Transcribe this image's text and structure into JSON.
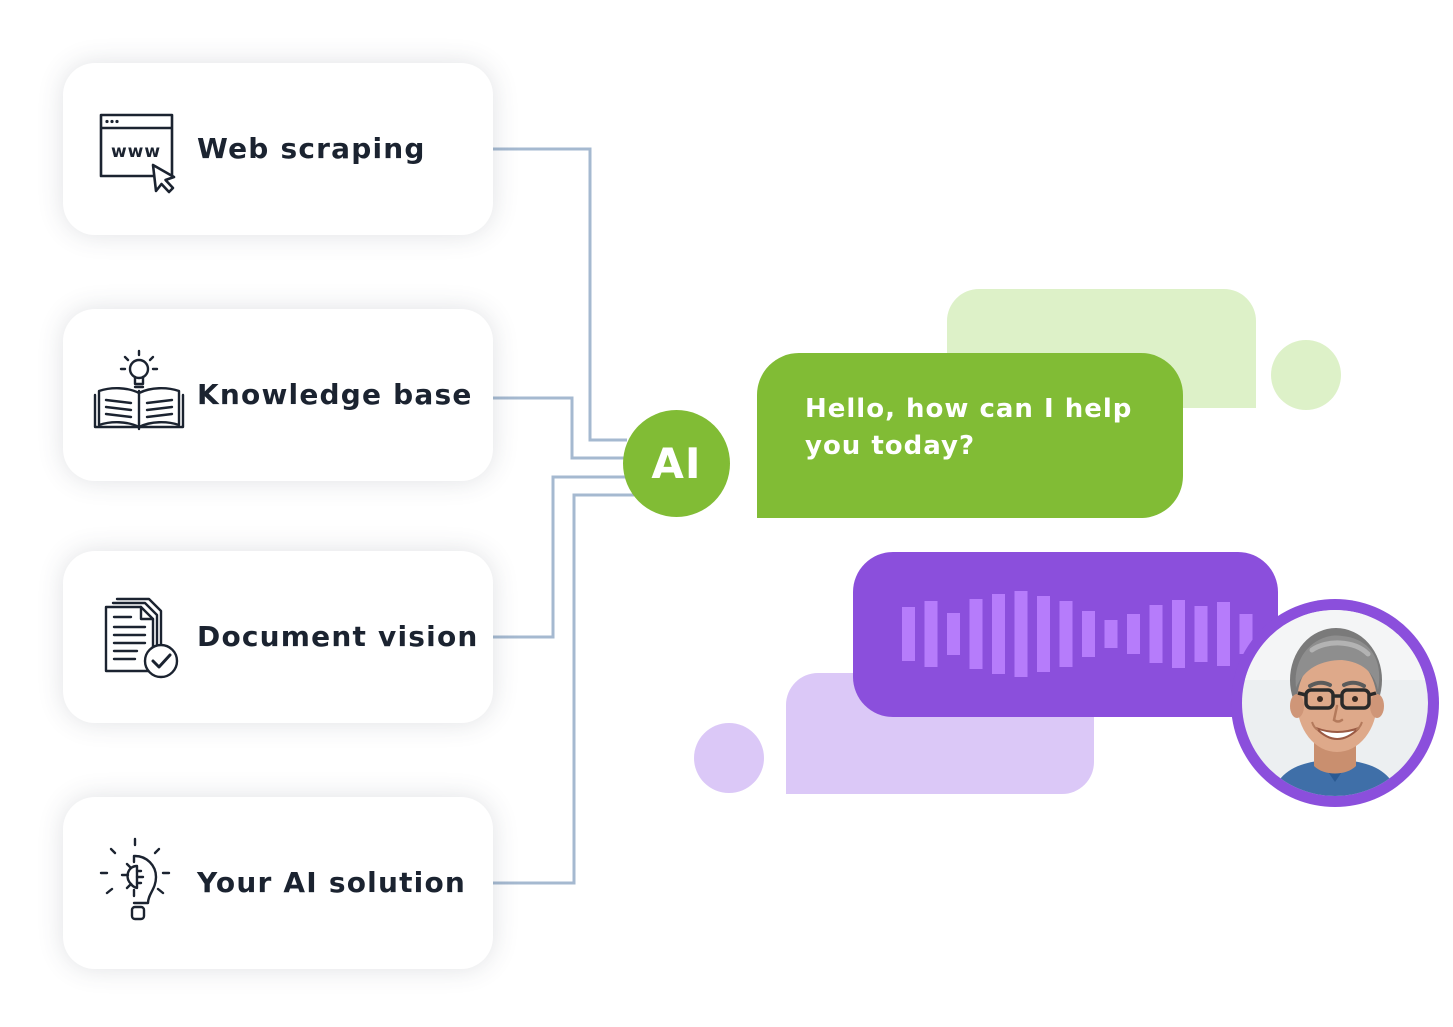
{
  "sources": [
    {
      "label": "Web scraping",
      "icon": "browser-www-cursor-icon"
    },
    {
      "label": "Knowledge base",
      "icon": "open-book-lightbulb-icon"
    },
    {
      "label": "Document vision",
      "icon": "document-check-icon"
    },
    {
      "label": "Your AI solution",
      "icon": "lightbulb-gear-icon"
    }
  ],
  "hub": {
    "label": "AI"
  },
  "chat": {
    "assistant_message": "Hello, how can I help you today?",
    "voice_message_icon": "audio-waveform-icon",
    "user_avatar_icon": "smiling-man-avatar"
  },
  "colors": {
    "green": "#81bc35",
    "light_green": "#ddf1c8",
    "purple": "#8b4fdc",
    "light_purple": "#dbc8f7",
    "wave_bar": "#b67cfb",
    "connector": "#a5b9d0",
    "text_dark": "#1b2330"
  }
}
